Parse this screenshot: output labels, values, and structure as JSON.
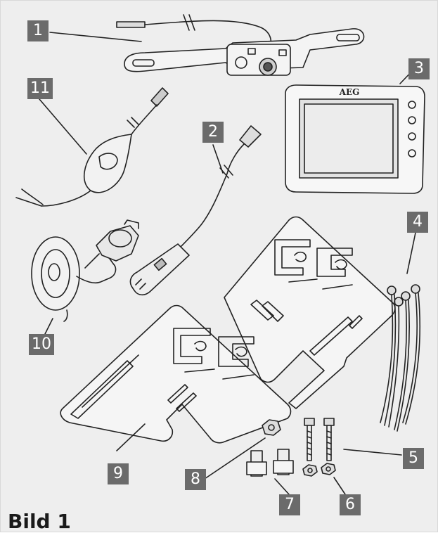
{
  "figure": {
    "caption": "Bild 1",
    "monitor_brand": "AEG",
    "callouts": [
      "1",
      "2",
      "3",
      "4",
      "5",
      "6",
      "7",
      "8",
      "9",
      "10",
      "11"
    ]
  },
  "colors": {
    "background": "#eeeeee",
    "callout_fill": "#6b6b6b",
    "callout_text": "#ffffff",
    "line_art": "#222222"
  }
}
